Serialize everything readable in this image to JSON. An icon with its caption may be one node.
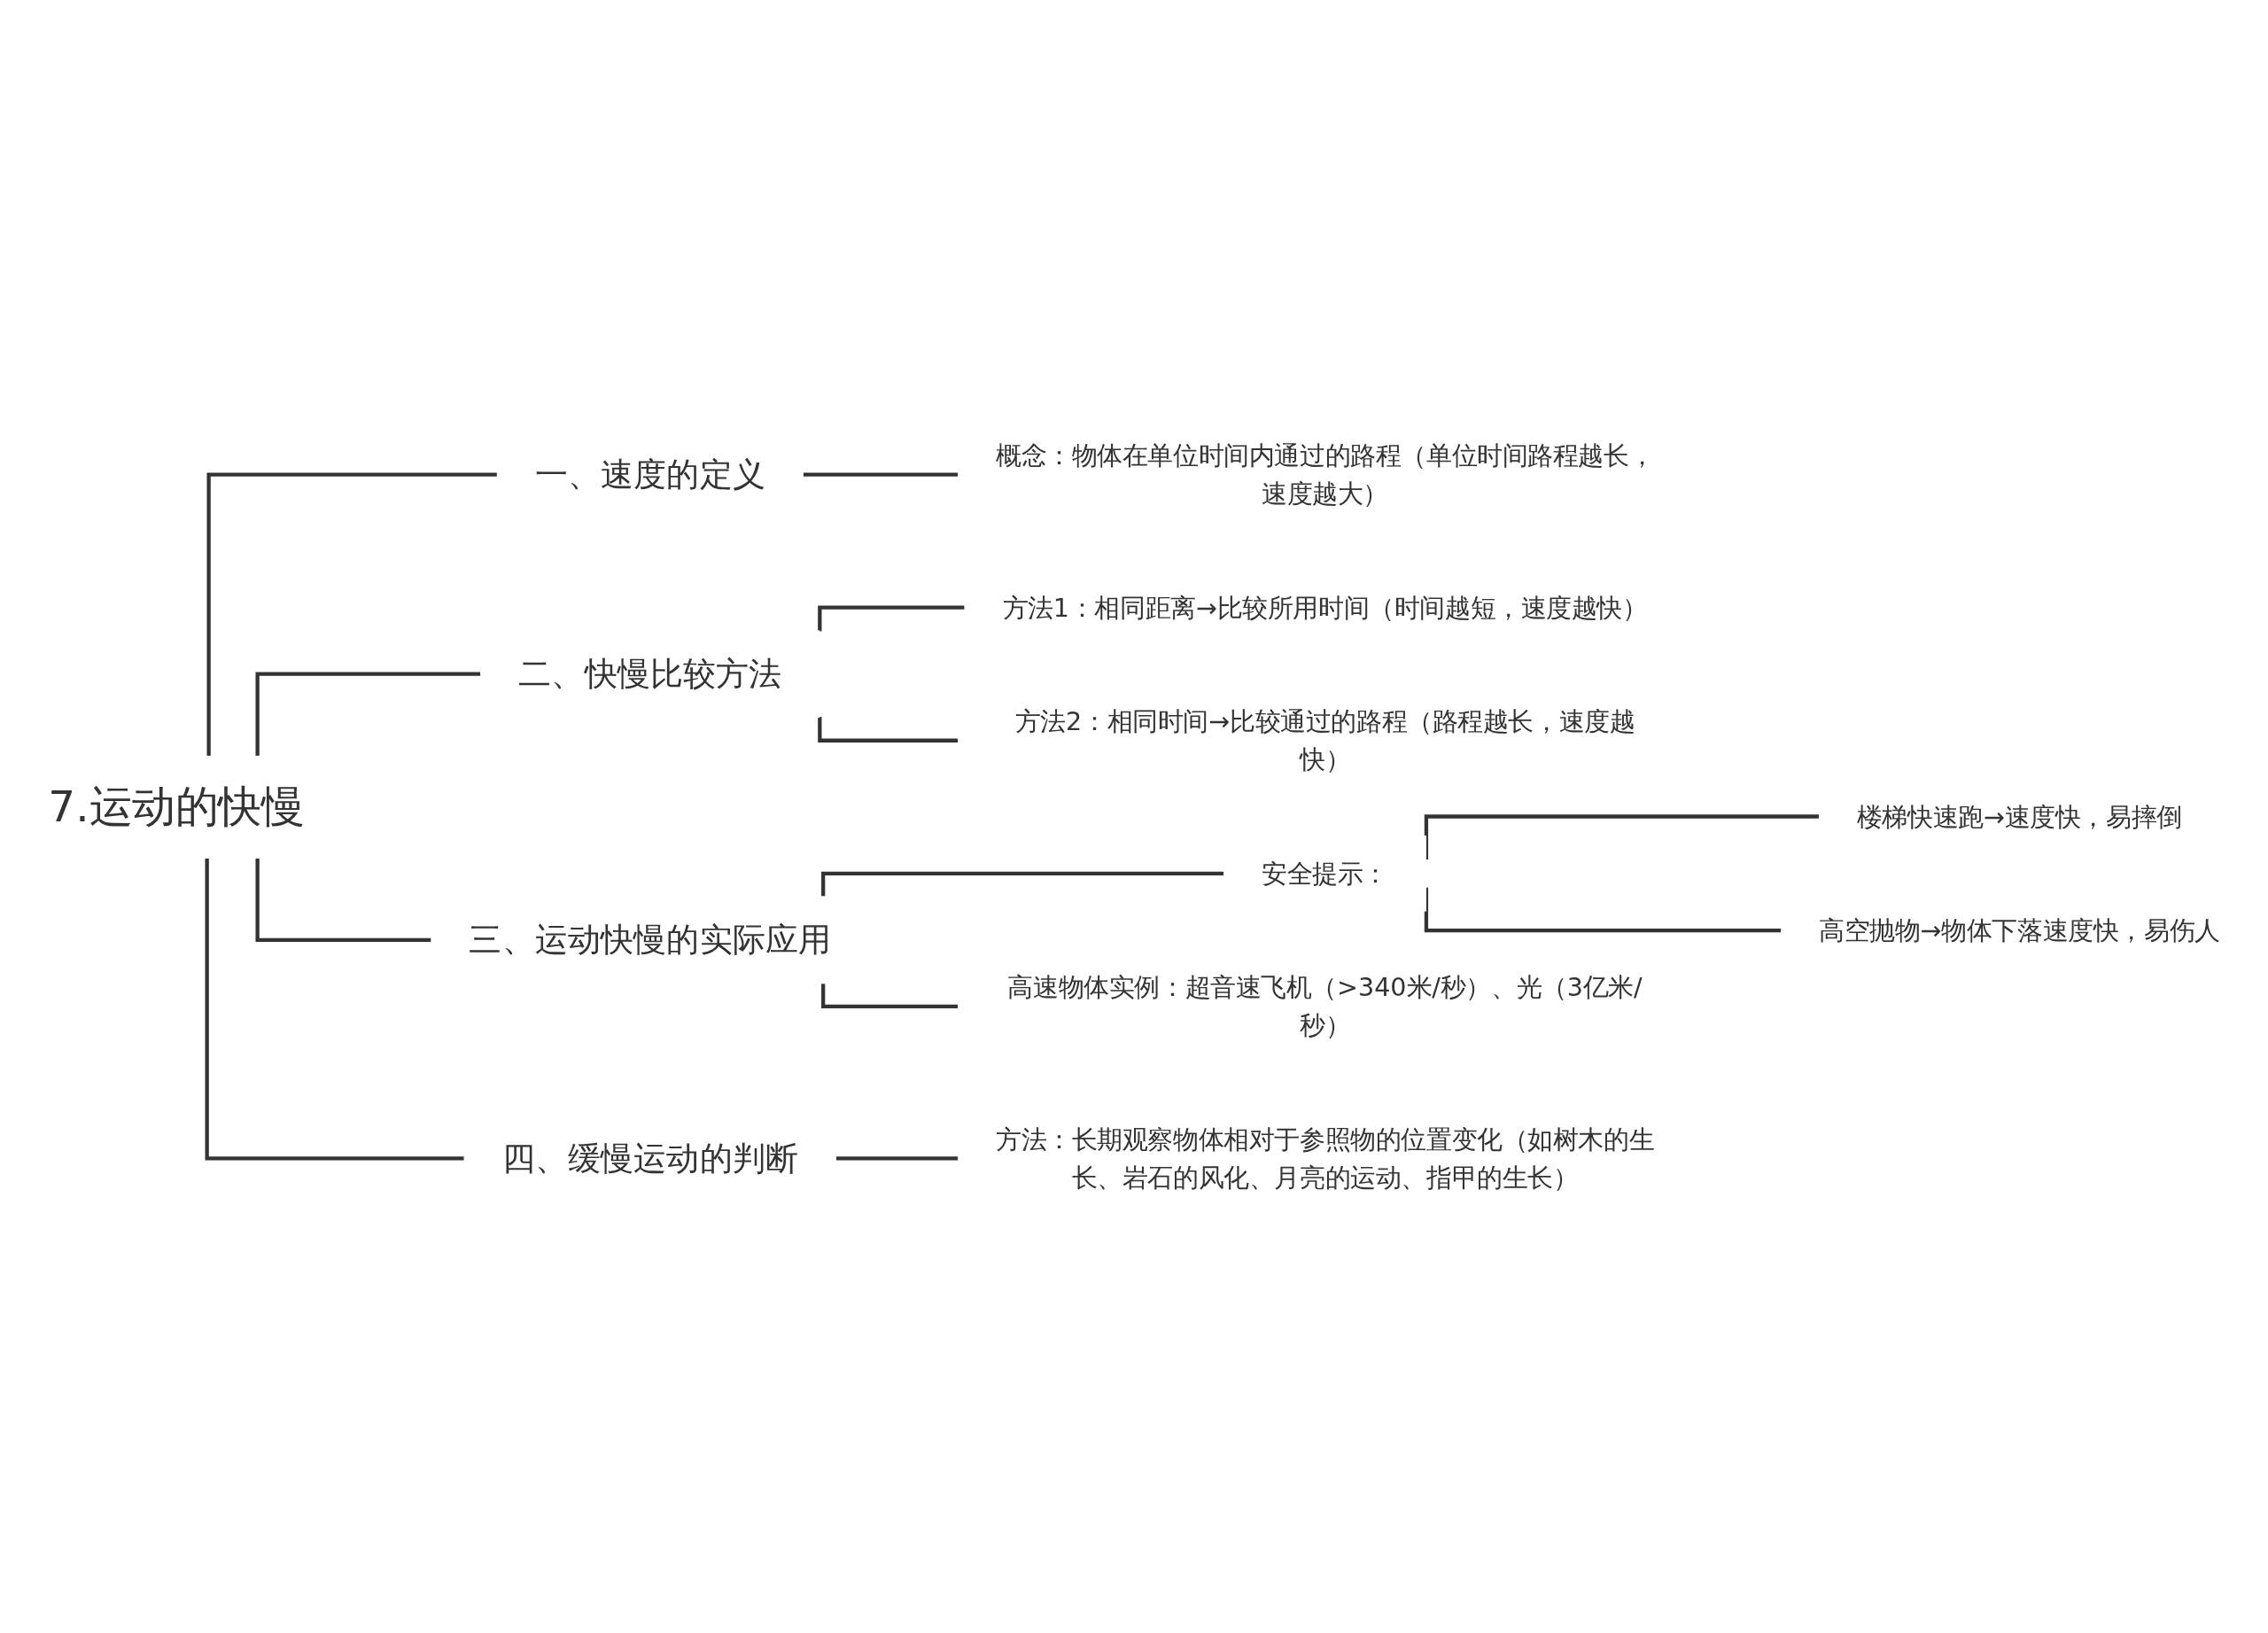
{
  "diagram": {
    "nodes": [
      {
        "text": [
          "7.运动的快慢"
        ]
      },
      {
        "text": [
          "一、速度的定义"
        ]
      },
      {
        "text": [
          "概念：物体在单位时间内通过的路程（单位时间路程越长，速度越大）"
        ]
      },
      {
        "text": [
          "二、快慢比较方法"
        ]
      },
      {
        "text": [
          "方法1：相同距离→比较所用时间（时间越短，速度越快）"
        ]
      },
      {
        "text": [
          "方法2：相同时间→比较通过的路程（路程越长，速度越快）"
        ]
      },
      {
        "text": [
          "三、运动快慢的实际应用"
        ]
      },
      {
        "text": [
          "安全提示："
        ]
      },
      {
        "text": [
          "楼梯快速跑→速度快，易摔倒"
        ]
      },
      {
        "text": [
          "高空抛物→物体下落速度快，易伤人"
        ]
      },
      {
        "text": [
          "高速物体实例：超音速飞机（>340米/秒）、光（3亿米/秒）"
        ]
      },
      {
        "text": [
          "四、缓慢运动的判断"
        ]
      },
      {
        "text": [
          "方法：长期观察物体相对于参照物的位置变化（如树木的生长、岩石的风化、月亮的运动、指甲的生长）"
        ]
      }
    ],
    "edges": [
      {
        "from": 0,
        "to": 1,
        "arrow": "none"
      },
      {
        "from": 1,
        "to": 2,
        "arrow": "none"
      },
      {
        "from": 0,
        "to": 3,
        "arrow": "none"
      },
      {
        "from": 3,
        "to": 4,
        "arrow": "none"
      },
      {
        "from": 3,
        "to": 5,
        "arrow": "none"
      },
      {
        "from": 0,
        "to": 6,
        "arrow": "none"
      },
      {
        "from": 6,
        "to": 7,
        "arrow": "none"
      },
      {
        "from": 7,
        "to": 8,
        "arrow": "none"
      },
      {
        "from": 7,
        "to": 9,
        "arrow": "none"
      },
      {
        "from": 6,
        "to": 10,
        "arrow": "none"
      },
      {
        "from": 0,
        "to": 11,
        "arrow": "none"
      },
      {
        "from": 11,
        "to": 12,
        "arrow": "none"
      }
    ]
  }
}
